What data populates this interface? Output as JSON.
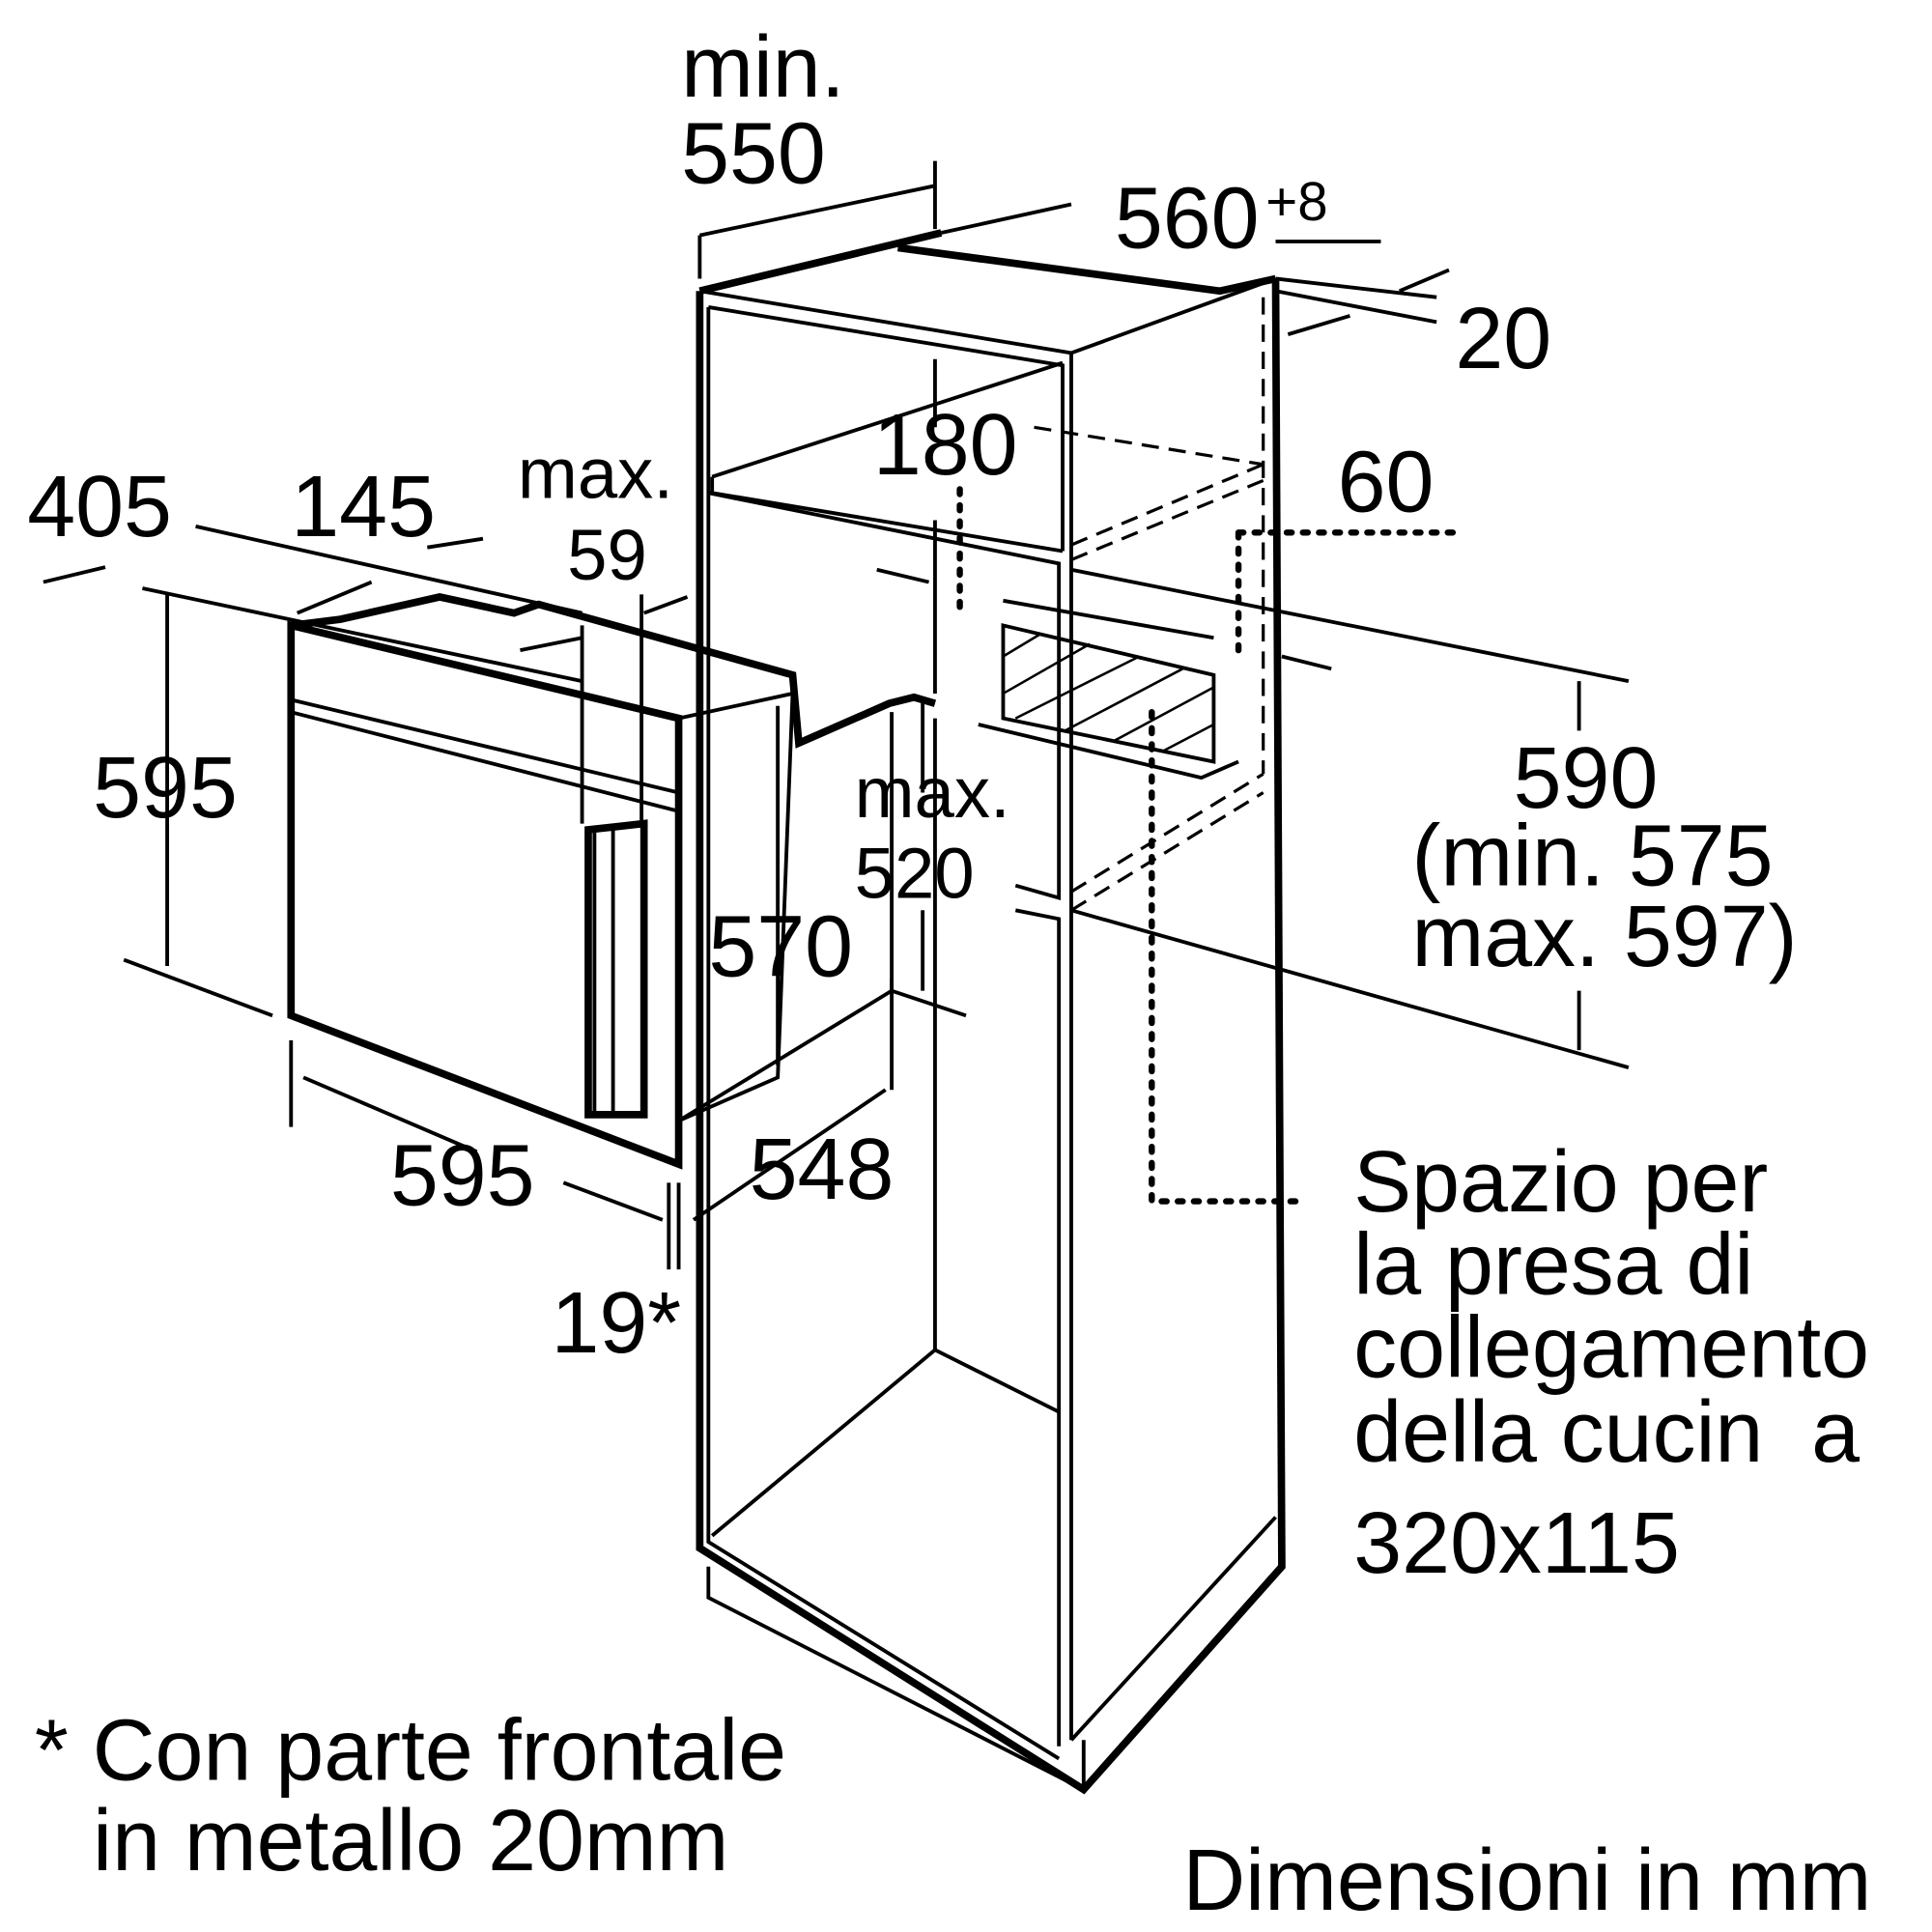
{
  "dimensions": {
    "min_550_label": "min.",
    "min_550_value": "550",
    "width_560": "560",
    "width_560_tolerance": "+8",
    "back_20": "20",
    "height_180": "180",
    "gap_60": "60",
    "dim_405": "405",
    "dim_145": "145",
    "max_59_label": "max.",
    "max_59_value": "59",
    "oven_height_595": "595",
    "max_520_label": "max.",
    "max_520_value": "520",
    "oven_570": "570",
    "niche_590": "590",
    "niche_min": "(min. 575",
    "niche_max": "max. 597)",
    "oven_width_595": "595",
    "depth_548": "548",
    "front_19": "19*"
  },
  "notes": {
    "socket_space": [
      "Spazio per",
      "la presa di",
      "collegamento",
      "della cucin  a",
      "320x115"
    ],
    "footnote": [
      "* Con parte frontale",
      "in metallo 20mm"
    ],
    "units": "Dimensioni in mm"
  }
}
